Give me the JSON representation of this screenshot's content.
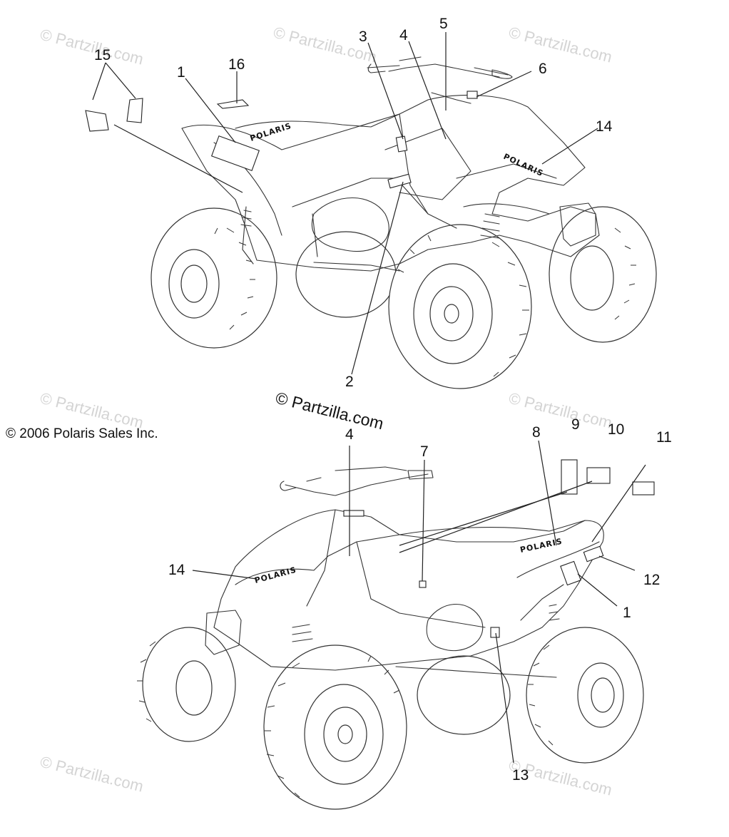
{
  "copyright": "© 2006 Polaris Sales Inc.",
  "watermark_main": "© Partzilla.com",
  "watermark_faint": "© Partzilla.com",
  "brand_logo": "POLARIS",
  "top_callouts": {
    "c1": "1",
    "c2": "2",
    "c3": "3",
    "c4": "4",
    "c5": "5",
    "c6": "6",
    "c14": "14",
    "c15": "15",
    "c16": "16"
  },
  "bottom_callouts": {
    "c1": "1",
    "c4": "4",
    "c7": "7",
    "c8": "8",
    "c9": "9",
    "c10": "10",
    "c11": "11",
    "c12": "12",
    "c13": "13",
    "c14": "14"
  }
}
